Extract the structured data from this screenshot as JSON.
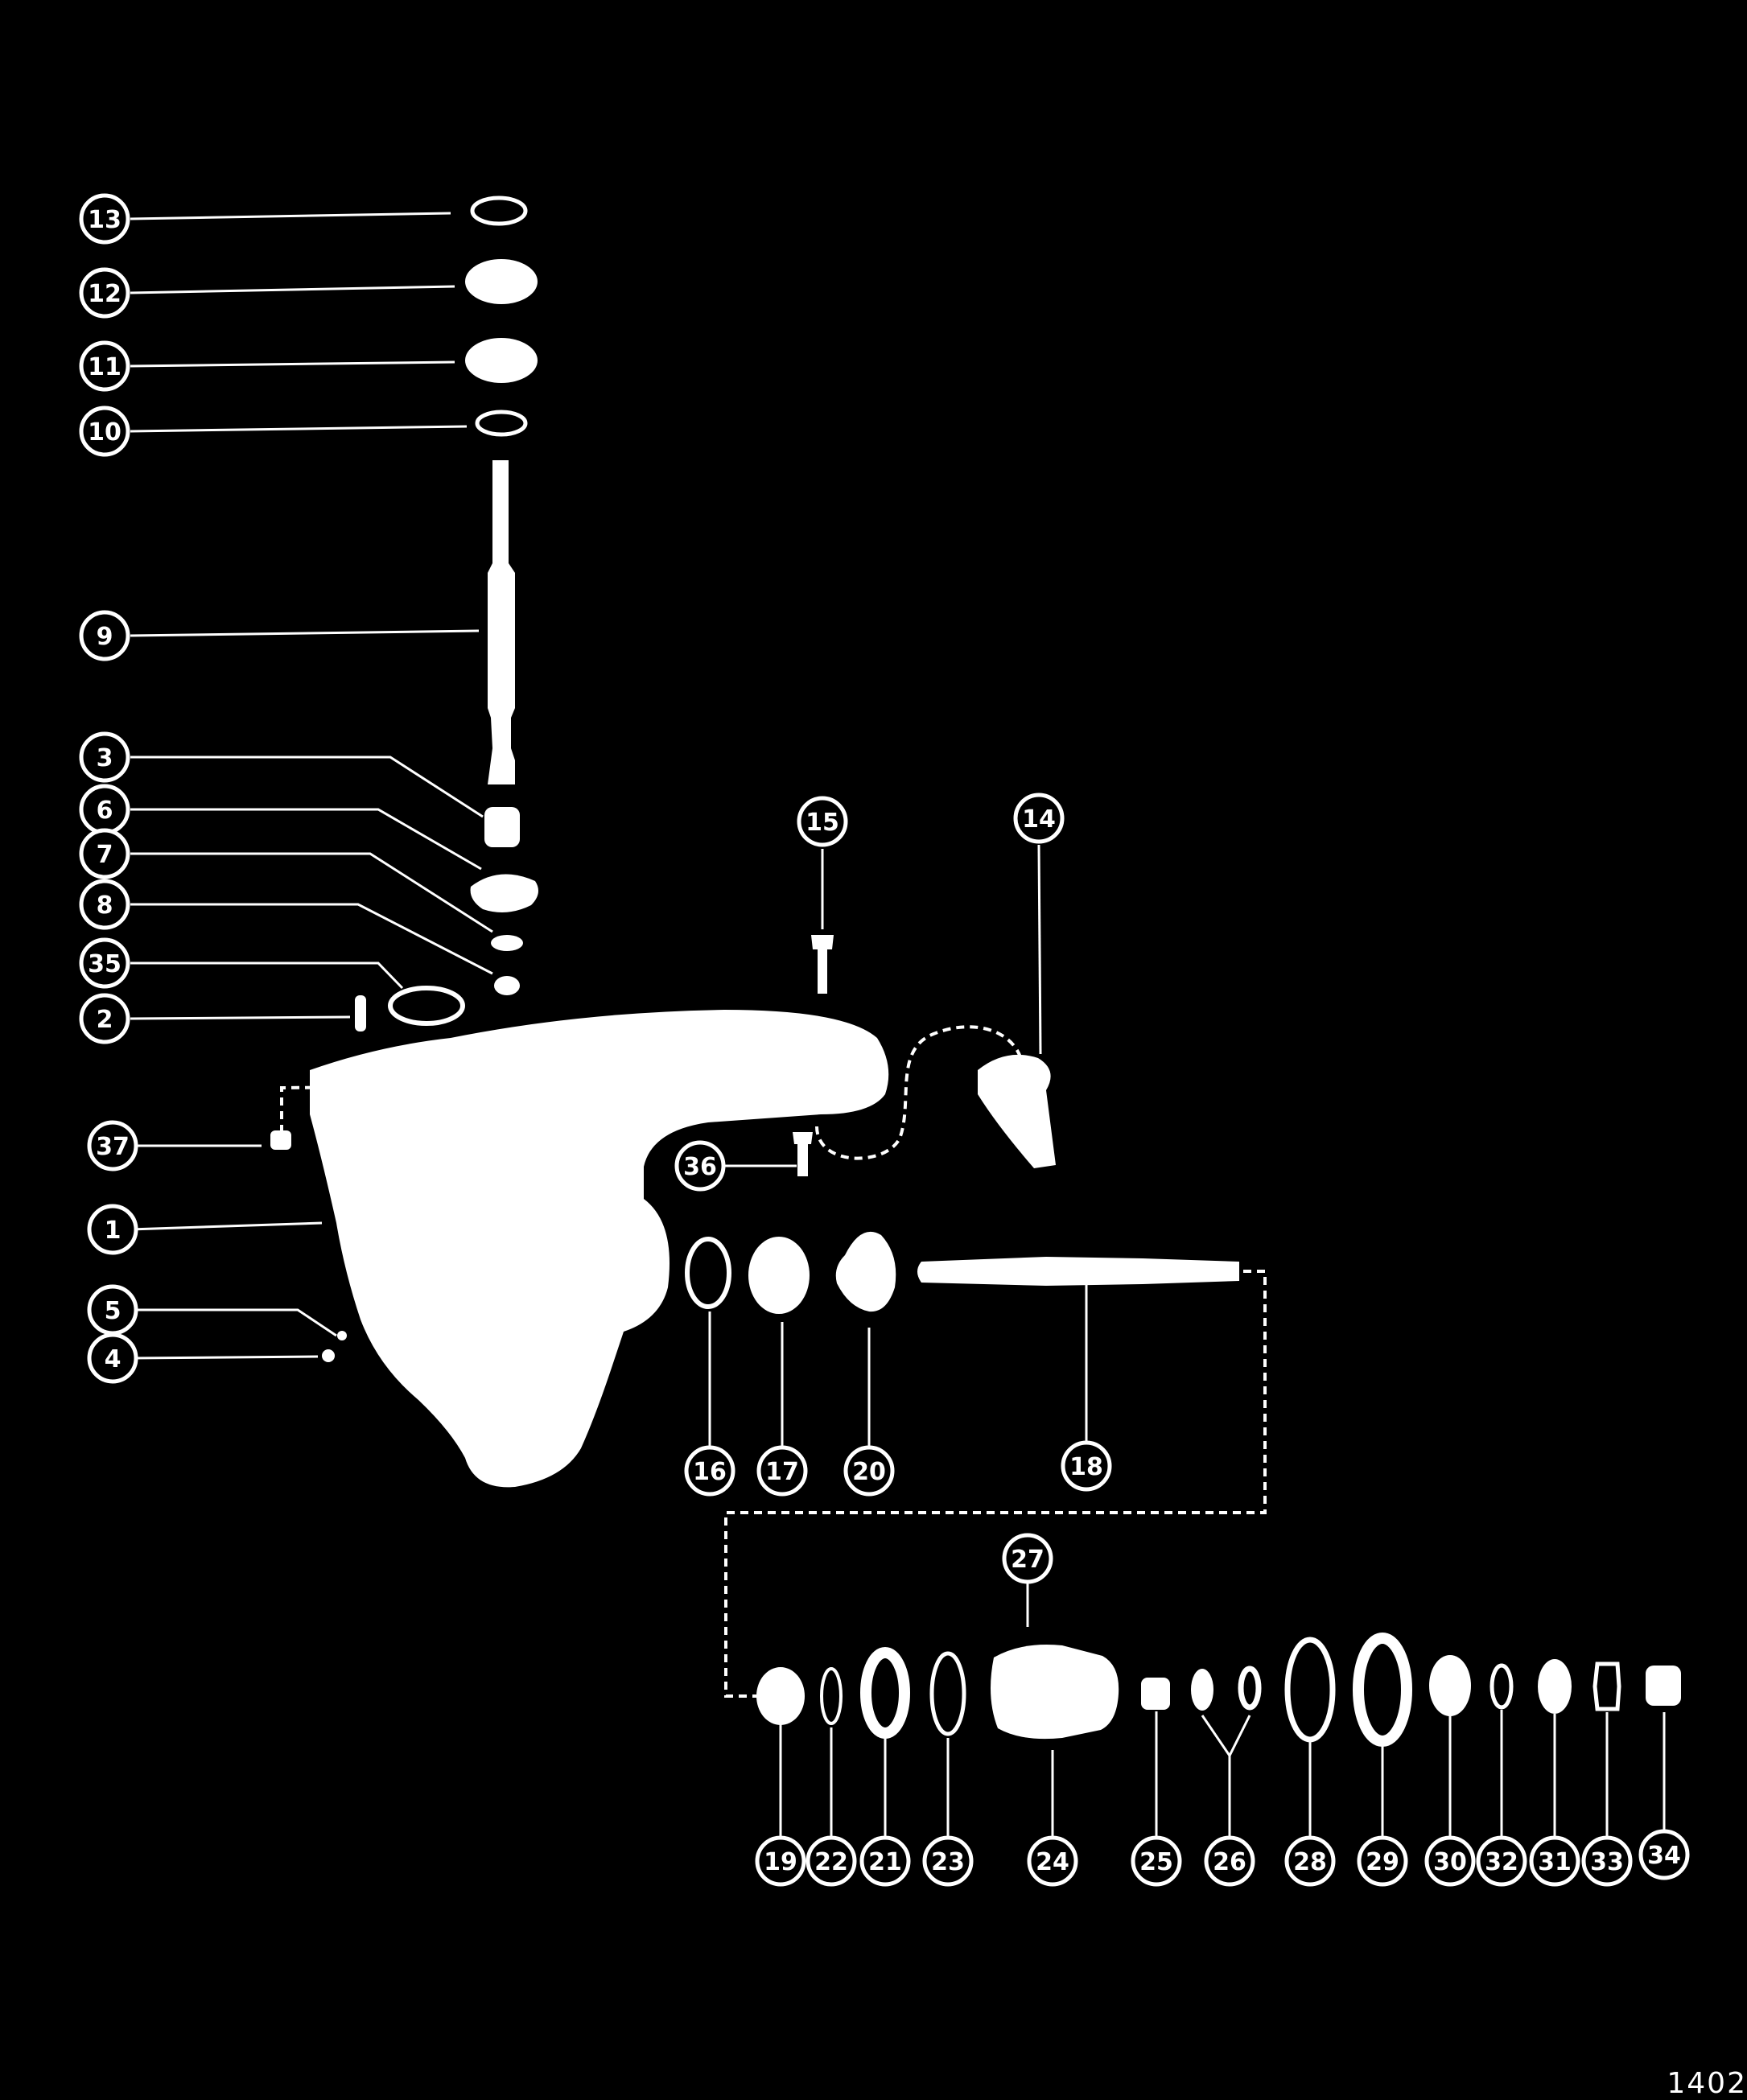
{
  "figure": {
    "number": "1402"
  },
  "callouts": [
    {
      "id": "c13",
      "label": "13"
    },
    {
      "id": "c12",
      "label": "12"
    },
    {
      "id": "c11",
      "label": "11"
    },
    {
      "id": "c10",
      "label": "10"
    },
    {
      "id": "c9",
      "label": "9"
    },
    {
      "id": "c3",
      "label": "3"
    },
    {
      "id": "c6",
      "label": "6"
    },
    {
      "id": "c7",
      "label": "7"
    },
    {
      "id": "c8",
      "label": "8"
    },
    {
      "id": "c35",
      "label": "35"
    },
    {
      "id": "c2",
      "label": "2"
    },
    {
      "id": "c37",
      "label": "37"
    },
    {
      "id": "c1",
      "label": "1"
    },
    {
      "id": "c5",
      "label": "5"
    },
    {
      "id": "c4",
      "label": "4"
    },
    {
      "id": "c15",
      "label": "15"
    },
    {
      "id": "c14",
      "label": "14"
    },
    {
      "id": "c36",
      "label": "36"
    },
    {
      "id": "c16",
      "label": "16"
    },
    {
      "id": "c17",
      "label": "17"
    },
    {
      "id": "c20",
      "label": "20"
    },
    {
      "id": "c18",
      "label": "18"
    },
    {
      "id": "c27",
      "label": "27"
    },
    {
      "id": "c19",
      "label": "19"
    },
    {
      "id": "c22",
      "label": "22"
    },
    {
      "id": "c21",
      "label": "21"
    },
    {
      "id": "c23",
      "label": "23"
    },
    {
      "id": "c24",
      "label": "24"
    },
    {
      "id": "c25",
      "label": "25"
    },
    {
      "id": "c26",
      "label": "26"
    },
    {
      "id": "c28",
      "label": "28"
    },
    {
      "id": "c29",
      "label": "29"
    },
    {
      "id": "c30",
      "label": "30"
    },
    {
      "id": "c32",
      "label": "32"
    },
    {
      "id": "c31",
      "label": "31"
    },
    {
      "id": "c33",
      "label": "33"
    },
    {
      "id": "c34",
      "label": "34"
    }
  ]
}
